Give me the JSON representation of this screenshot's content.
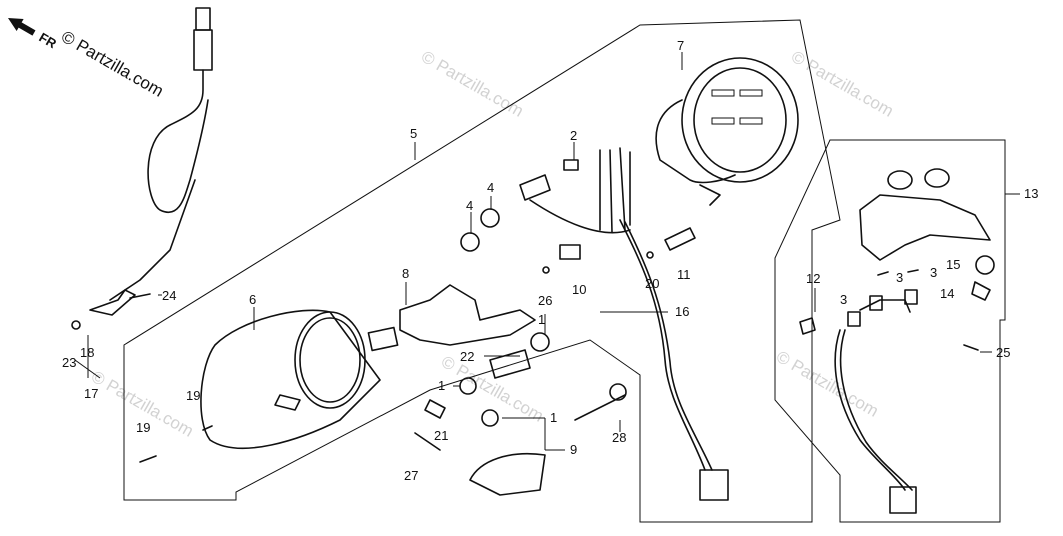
{
  "watermark": {
    "brand": "© Partzilla.com",
    "repeat": "© Partzilla.com"
  },
  "front_indicator": {
    "label": "FR",
    "icon": "front-arrow-icon"
  },
  "callouts": {
    "c1a": "1",
    "c1b": "1",
    "c1c": "1",
    "c2": "2",
    "c3a": "3",
    "c3b": "3",
    "c3c": "3",
    "c4a": "4",
    "c4b": "4",
    "c5": "5",
    "c6": "6",
    "c7": "7",
    "c8": "8",
    "c9": "9",
    "c10": "10",
    "c11": "11",
    "c12": "12",
    "c13": "13",
    "c14": "14",
    "c15": "15",
    "c16": "16",
    "c17": "17",
    "c18": "18",
    "c19a": "19",
    "c19b": "19",
    "c20": "20",
    "c21": "21",
    "c22": "22",
    "c23": "23",
    "c24": "24",
    "c25": "25",
    "c26": "26",
    "c27": "27",
    "c28": "28"
  },
  "colors": {
    "ink": "#111111",
    "watermark": "#d2d2d2",
    "background": "#ffffff"
  }
}
